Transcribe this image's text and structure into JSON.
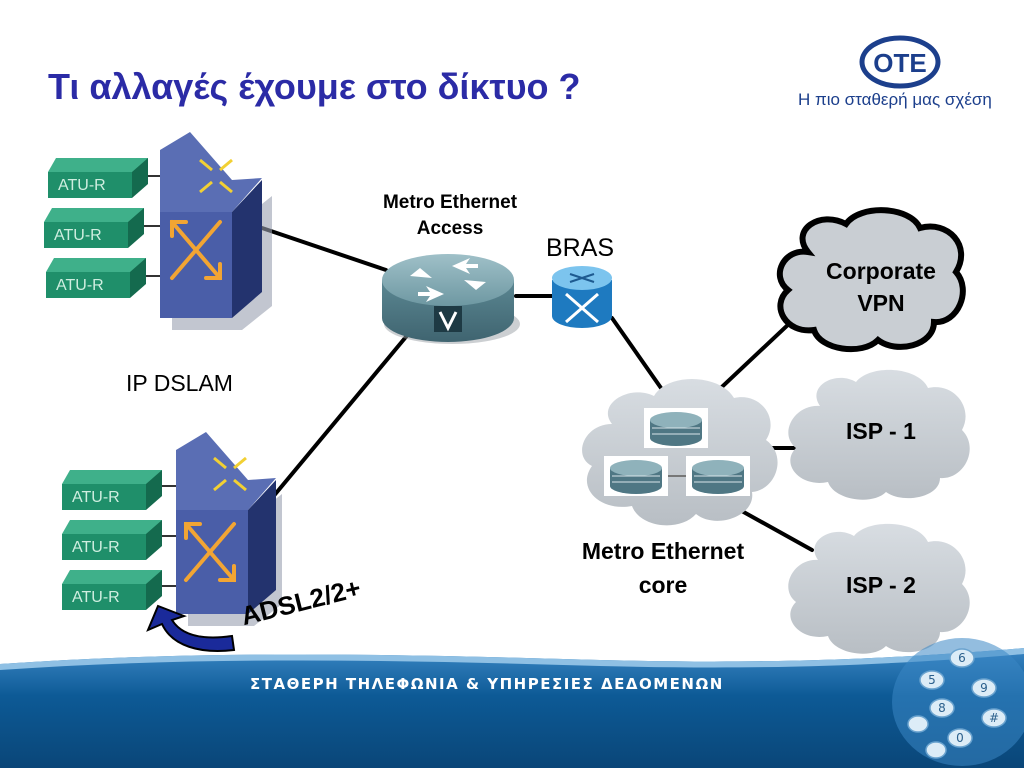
{
  "slide": {
    "title": "Τι αλλαγές έχουμε στο δίκτυο ?",
    "logo": {
      "brand": "OTE",
      "tagline": "Η πιο σταθερή μας σχέση"
    },
    "footer": "ΣΤΑΘΕΡΗ ΤΗΛΕΦΩΝΙΑ & ΥΠΗΡΕΣΙΕΣ ΔΕΔΟΜΕΝΩΝ"
  },
  "diagram": {
    "dslam_top": {
      "ports": [
        "ATU-R",
        "ATU-R",
        "ATU-R"
      ]
    },
    "dslam_bottom": {
      "ports": [
        "ATU-R",
        "ATU-R",
        "ATU-R"
      ]
    },
    "dslam_label": "IP DSLAM",
    "metro_access_label_line1": "Metro Ethernet",
    "metro_access_label_line2": "Access",
    "bras_label": "BRAS",
    "metro_core_label_line1": "Metro Ethernet",
    "metro_core_label_line2": "core",
    "corporate_line1": "Corporate",
    "corporate_line2": "VPN",
    "isp1": "ISP - 1",
    "isp2": "ISP - 2",
    "adsl_label": "ADSL2/2+"
  },
  "colors": {
    "title": "#2b2ba6",
    "dslam_blue": "#4a5ea8",
    "atu_green": "#1f8f6a",
    "cloud_gray": "#c9ced3",
    "router_teal": "#5f8e98",
    "bras_blue": "#2d8fd0",
    "footer_blue": "#0d5a96"
  }
}
